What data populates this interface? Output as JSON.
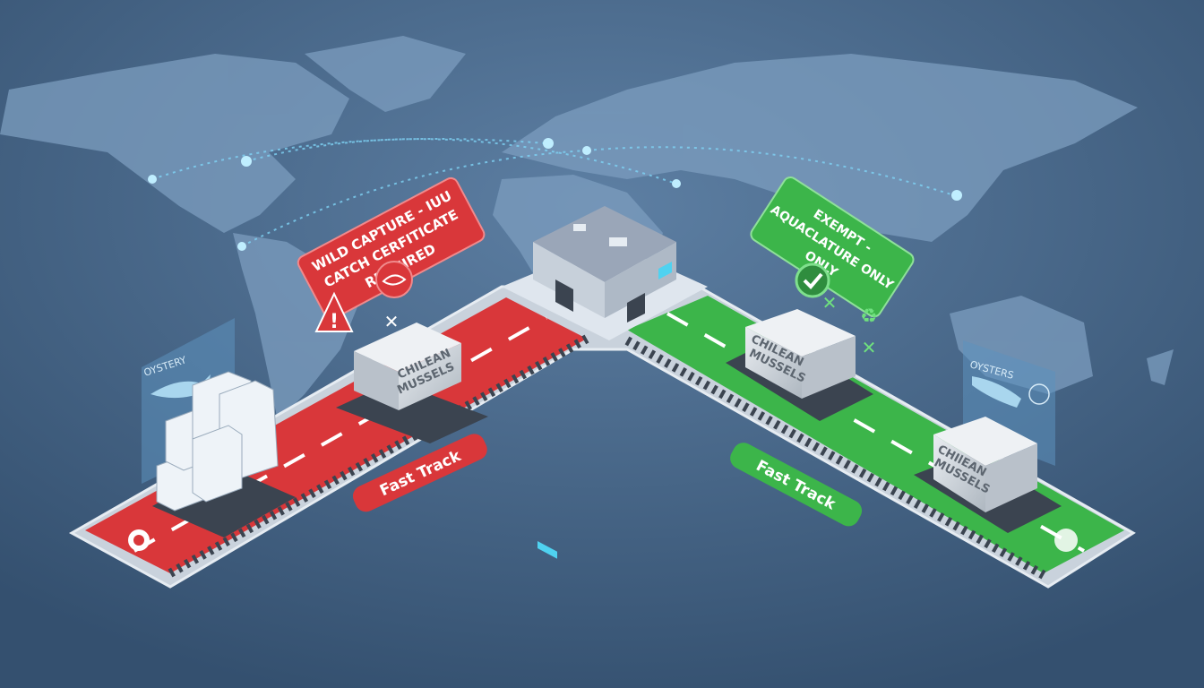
{
  "colors": {
    "background": "#3f5d80",
    "map_land": "#7c9dbf",
    "red_lane": "#d9373a",
    "green_lane": "#3cb54a",
    "rail": "#c9d2dc",
    "route_dots": "#7fd3f5"
  },
  "red_track": {
    "sign": [
      "WILD CAPTURE - IUU",
      "CATCH CERFITICATE",
      "REQUIRED"
    ],
    "badge": "Fast Track",
    "container_label": [
      "CHILEAN",
      "MUSSELS"
    ],
    "panel_label": "OYSTERY",
    "icons": [
      "warning-icon",
      "fish-prohibited-icon",
      "x-mark-icon",
      "lifebuoy-icon"
    ]
  },
  "green_track": {
    "sign": [
      "EXEMPT -",
      "AQUACLATURE ONLY",
      "ONLY"
    ],
    "badge": "Fast Track",
    "container_label_1": [
      "CHILEAN",
      "MUSSELS"
    ],
    "container_label_2": [
      "CHIlEAN",
      "MUSSELS"
    ],
    "panel_label": "OYSTERS",
    "icons": [
      "check-icon",
      "x-mark-icon",
      "recycle-icon",
      "fish-icon"
    ]
  }
}
